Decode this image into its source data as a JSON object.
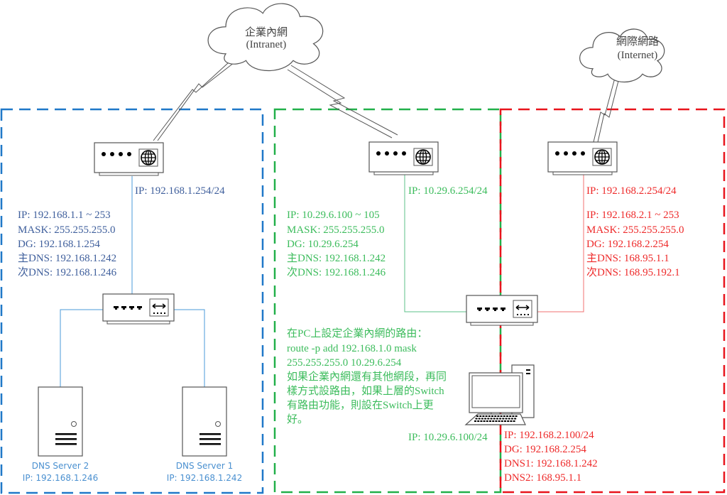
{
  "colors": {
    "intranet_zone": "#1f78c8",
    "pc_zone": "#22b04a",
    "internet_zone": "#e8141c",
    "device_stroke": "#555555"
  },
  "clouds": {
    "intranet": {
      "title": "企業內網",
      "subtitle": "(Intranet)"
    },
    "internet": {
      "title": "網際網路",
      "subtitle": "(Internet)"
    }
  },
  "intranet": {
    "router_ip": "IP: 192.168.1.254/24",
    "config": [
      "IP: 192.168.1.1 ~ 253",
      "MASK: 255.255.255.0",
      "DG: 192.168.1.254",
      "主DNS: 192.168.1.242",
      "次DNS: 192.168.1.246"
    ],
    "servers": [
      {
        "name": "DNS Server 2",
        "ip": "IP: 192.168.1.246"
      },
      {
        "name": "DNS Server 1",
        "ip": "IP: 192.168.1.242"
      }
    ]
  },
  "pc_zone": {
    "router_ip": "IP: 10.29.6.254/24",
    "config": [
      "IP: 10.29.6.100 ~ 105",
      "MASK: 255.255.255.0",
      "DG: 10.29.6.254",
      "主DNS: 192.168.1.242",
      "次DNS: 192.168.1.246"
    ],
    "note": [
      "在PC上設定企業內網的路由：",
      "route -p add 192.168.1.0 mask",
      "255.255.255.0 10.29.6.254",
      "如果企業內網還有其他網段，再同",
      "樣方式設路由，如果上層的Switch",
      "有路由功能，則設在Switch上更",
      "好。"
    ],
    "pc_ip": "IP: 10.29.6.100/24"
  },
  "internet_zone": {
    "router_ip": "IP: 192.168.2.254/24",
    "config": [
      "IP: 192.168.2.1 ~ 253",
      "MASK: 255.255.255.0",
      "DG: 192.168.2.254",
      "主DNS: 168.95.1.1",
      "次DNS: 168.95.192.1"
    ],
    "pc_config": [
      "IP: 192.168.2.100/24",
      "DG: 192.168.2.254",
      "DNS1: 192.168.1.242",
      "DNS2: 168.95.1.1"
    ]
  }
}
